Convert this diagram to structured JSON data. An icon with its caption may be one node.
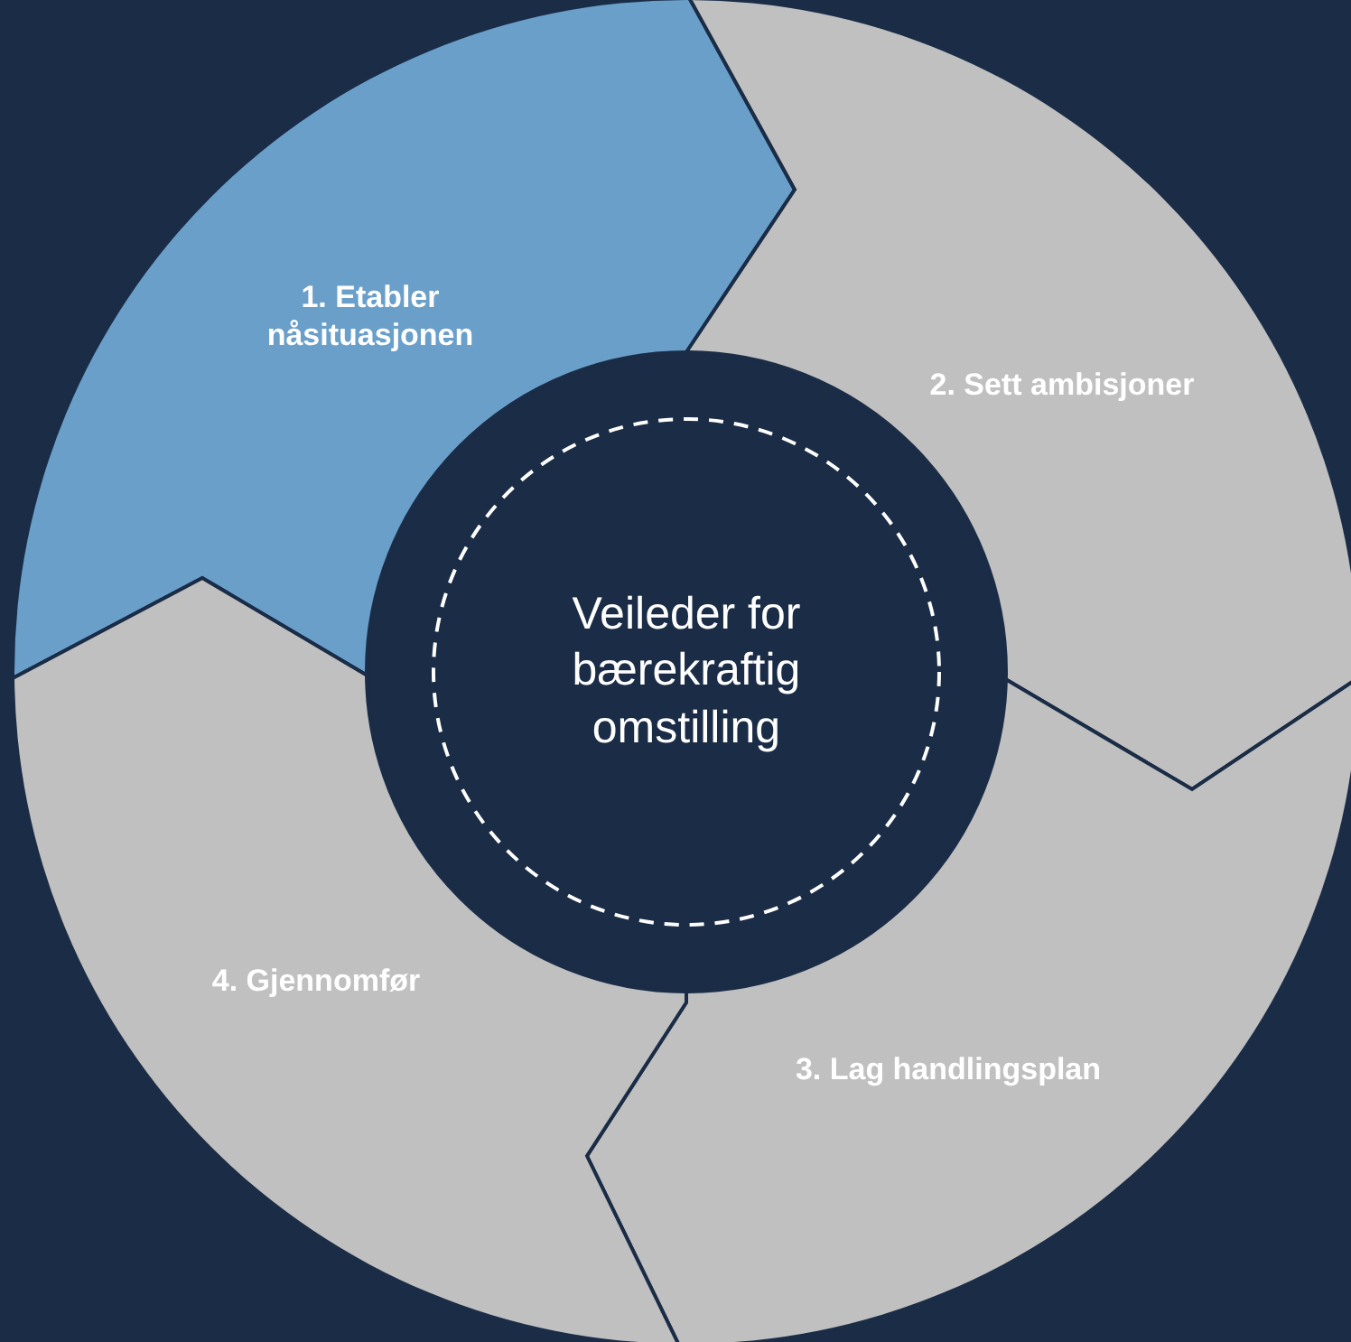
{
  "diagram": {
    "nodes": [
      {
        "text": [
          "1. Etabler nåsituasjonen"
        ]
      },
      {
        "text": [
          "2. Sett ambisjoner"
        ]
      },
      {
        "text": [
          "3. Lag handlingsplan"
        ]
      },
      {
        "text": [
          "4. Gjennomfør"
        ]
      },
      {
        "text": [
          "Veileder for bærekraftig omstilling"
        ]
      }
    ]
  }
}
